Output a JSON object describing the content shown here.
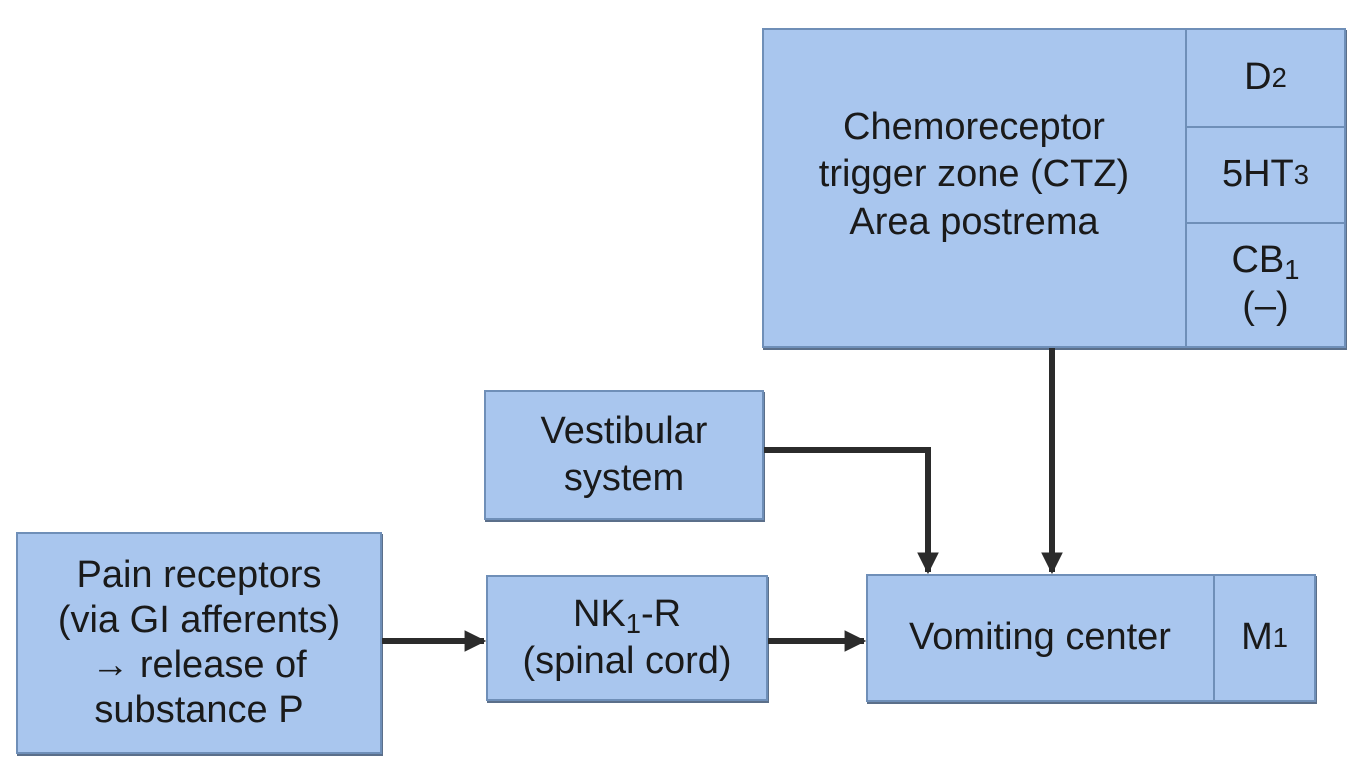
{
  "ctz": {
    "lines": [
      "Chemoreceptor",
      "trigger zone (CTZ)",
      "Area postrema"
    ],
    "receptors": [
      {
        "main": "D",
        "sub": "2",
        "note": ""
      },
      {
        "main": "5HT",
        "sub": "3",
        "note": ""
      },
      {
        "main": "CB",
        "sub": "1",
        "note": "(–)"
      }
    ]
  },
  "vestibular": {
    "lines": [
      "Vestibular",
      "system"
    ]
  },
  "pain": {
    "lines": [
      "Pain receptors",
      "(via GI afferents)",
      "→ release of",
      "substance P"
    ]
  },
  "nk1": {
    "main": "NK",
    "sub": "1",
    "suffix": "-R",
    "line2": "(spinal cord)"
  },
  "vomiting": {
    "label": "Vomiting center",
    "receptor_main": "M",
    "receptor_sub": "1"
  },
  "colors": {
    "box_fill": "#a9c6ee",
    "box_border": "#6f8fb8",
    "arrow": "#2b2b2b"
  }
}
